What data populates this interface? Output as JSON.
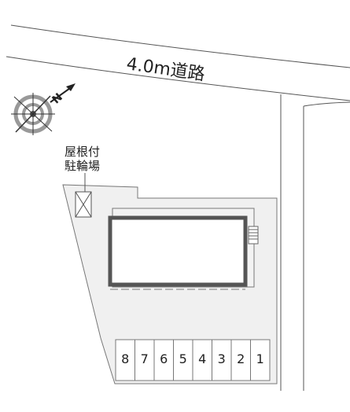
{
  "road": {
    "label": "4.0m道路"
  },
  "compass": {
    "label": "N"
  },
  "bicycle_parking": {
    "line1": "屋根付",
    "line2": "駐輪場"
  },
  "parking": {
    "spaces": [
      "8",
      "7",
      "6",
      "5",
      "4",
      "3",
      "2",
      "1"
    ]
  },
  "colors": {
    "lot": "#f0f0f0",
    "line": "#555555",
    "building": "#555555"
  }
}
